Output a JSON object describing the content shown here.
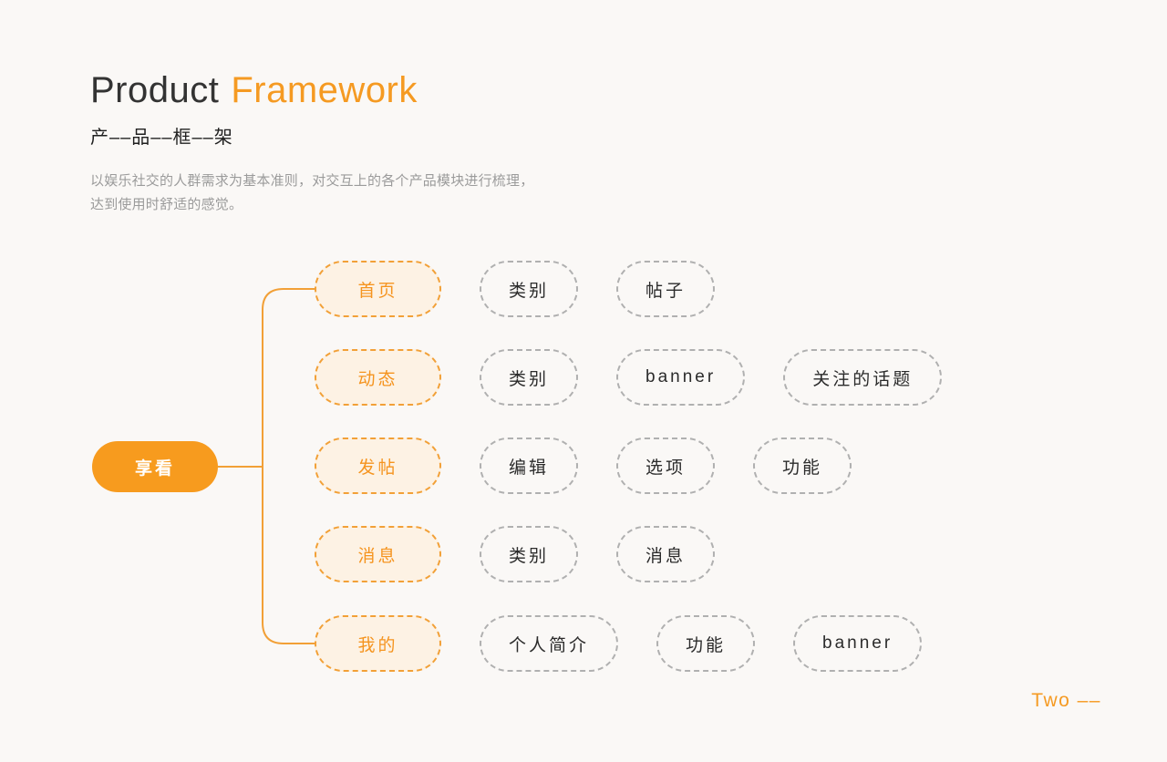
{
  "header": {
    "title_main": "Product",
    "title_accent": "Framework",
    "subtitle": "产––品––框––架",
    "description_line1": "以娱乐社交的人群需求为基本准则，对交互上的各个产品模块进行梳理，",
    "description_line2": "达到使用时舒适的感觉。"
  },
  "diagram": {
    "root": {
      "label": "享看"
    },
    "rows": [
      {
        "parent": "首页",
        "children": [
          "类别",
          "帖子"
        ]
      },
      {
        "parent": "动态",
        "children": [
          "类别",
          "banner",
          "关注的话题"
        ]
      },
      {
        "parent": "发帖",
        "children": [
          "编辑",
          "选项",
          "功能"
        ]
      },
      {
        "parent": "消息",
        "children": [
          "类别",
          "消息"
        ]
      },
      {
        "parent": "我的",
        "children": [
          "个人简介",
          "功能",
          "banner"
        ]
      }
    ]
  },
  "footer": {
    "label": "Two ––"
  },
  "colors": {
    "background": "#faf8f6",
    "accent_orange": "#f59a22",
    "root_fill": "#f79b1e",
    "level1_fill": "#fdf2e4",
    "level1_border": "#f2a037",
    "level2_border": "#b0b0b0",
    "title_dark": "#333333",
    "description_gray": "#9b9b9b"
  }
}
